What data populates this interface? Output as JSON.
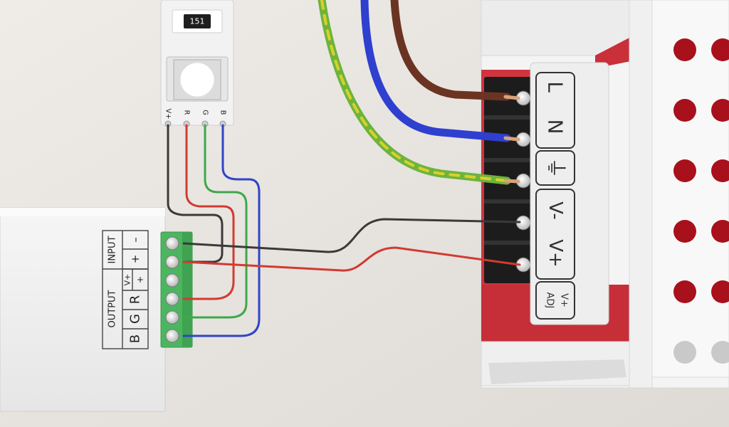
{
  "led_module": {
    "resistor_code": "151",
    "pins": [
      "V+",
      "R",
      "G",
      "B"
    ]
  },
  "controller": {
    "input_label": "INPUT",
    "output_label": "OUTPUT",
    "input_cells": [
      "V+",
      "+",
      "–"
    ],
    "output_cells": [
      "R",
      "G",
      "B"
    ]
  },
  "psu": {
    "terminals": [
      "L",
      "N",
      "⏚",
      "V-",
      "V+"
    ],
    "adj_top": "V+",
    "adj_bottom": "ADJ"
  },
  "colors": {
    "background": "#e8e4e0",
    "wire_black": "#3a3a3a",
    "wire_red": "#d23a32",
    "wire_green": "#3fa84a",
    "wire_blue": "#2f45c8",
    "mains_brown": "#6b3422",
    "mains_blue": "#2f3fd0",
    "earth_green": "#6db43c",
    "earth_yellow": "#d9d02c",
    "terminal_block": "#4cb560",
    "psu_red": "#d0343e"
  }
}
